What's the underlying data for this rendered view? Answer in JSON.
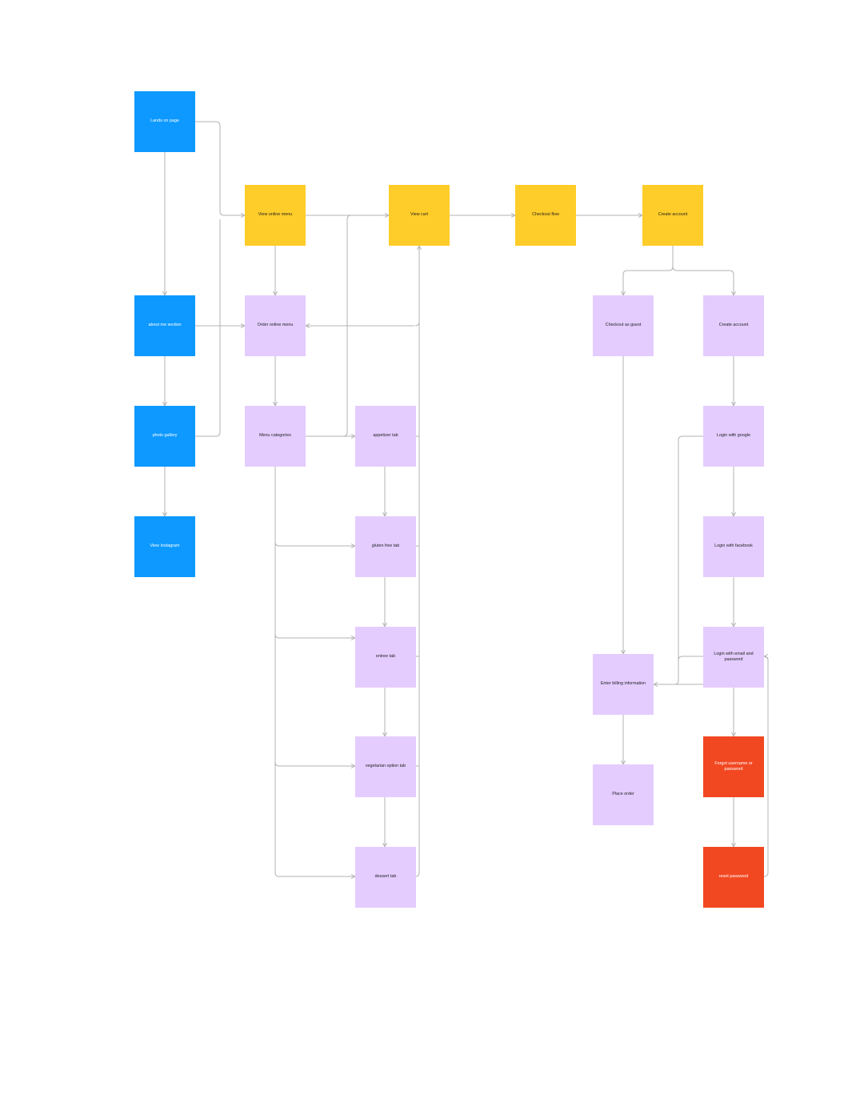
{
  "colors": {
    "blue": "#0d99ff",
    "yellow": "#ffcd29",
    "purple": "#e4ccff",
    "red": "#f24822",
    "connector": "#b3b3b3"
  },
  "nodes": {
    "lands_on_page": "Lands on page",
    "about_me": "about me section",
    "photo_gallery": "photo gallery",
    "view_instagram": "View Instagram",
    "view_online_menu": "View online menu",
    "view_cart": "View cart",
    "checkout_flow": "Checkout flow",
    "create_account_top": "Create account",
    "order_online_menu": "Order online menu",
    "menu_categories": "Menu categories",
    "appetizer_tab": "appetizer tab",
    "gluten_free_tab": "gluten free tab",
    "entree_tab": "entree tab",
    "vegetarian_tab": "vegetarian option tab",
    "dessert_tab": "dessert tab",
    "checkout_guest": "Checkout as guest",
    "create_account": "Create account",
    "login_google": "Login with google",
    "login_facebook": "Login with facebook",
    "login_email": "Login with email and password",
    "enter_billing": "Enter billing information",
    "place_order": "Place order",
    "forgot_username": "Forgot username or password",
    "reset_password": "reset password"
  }
}
